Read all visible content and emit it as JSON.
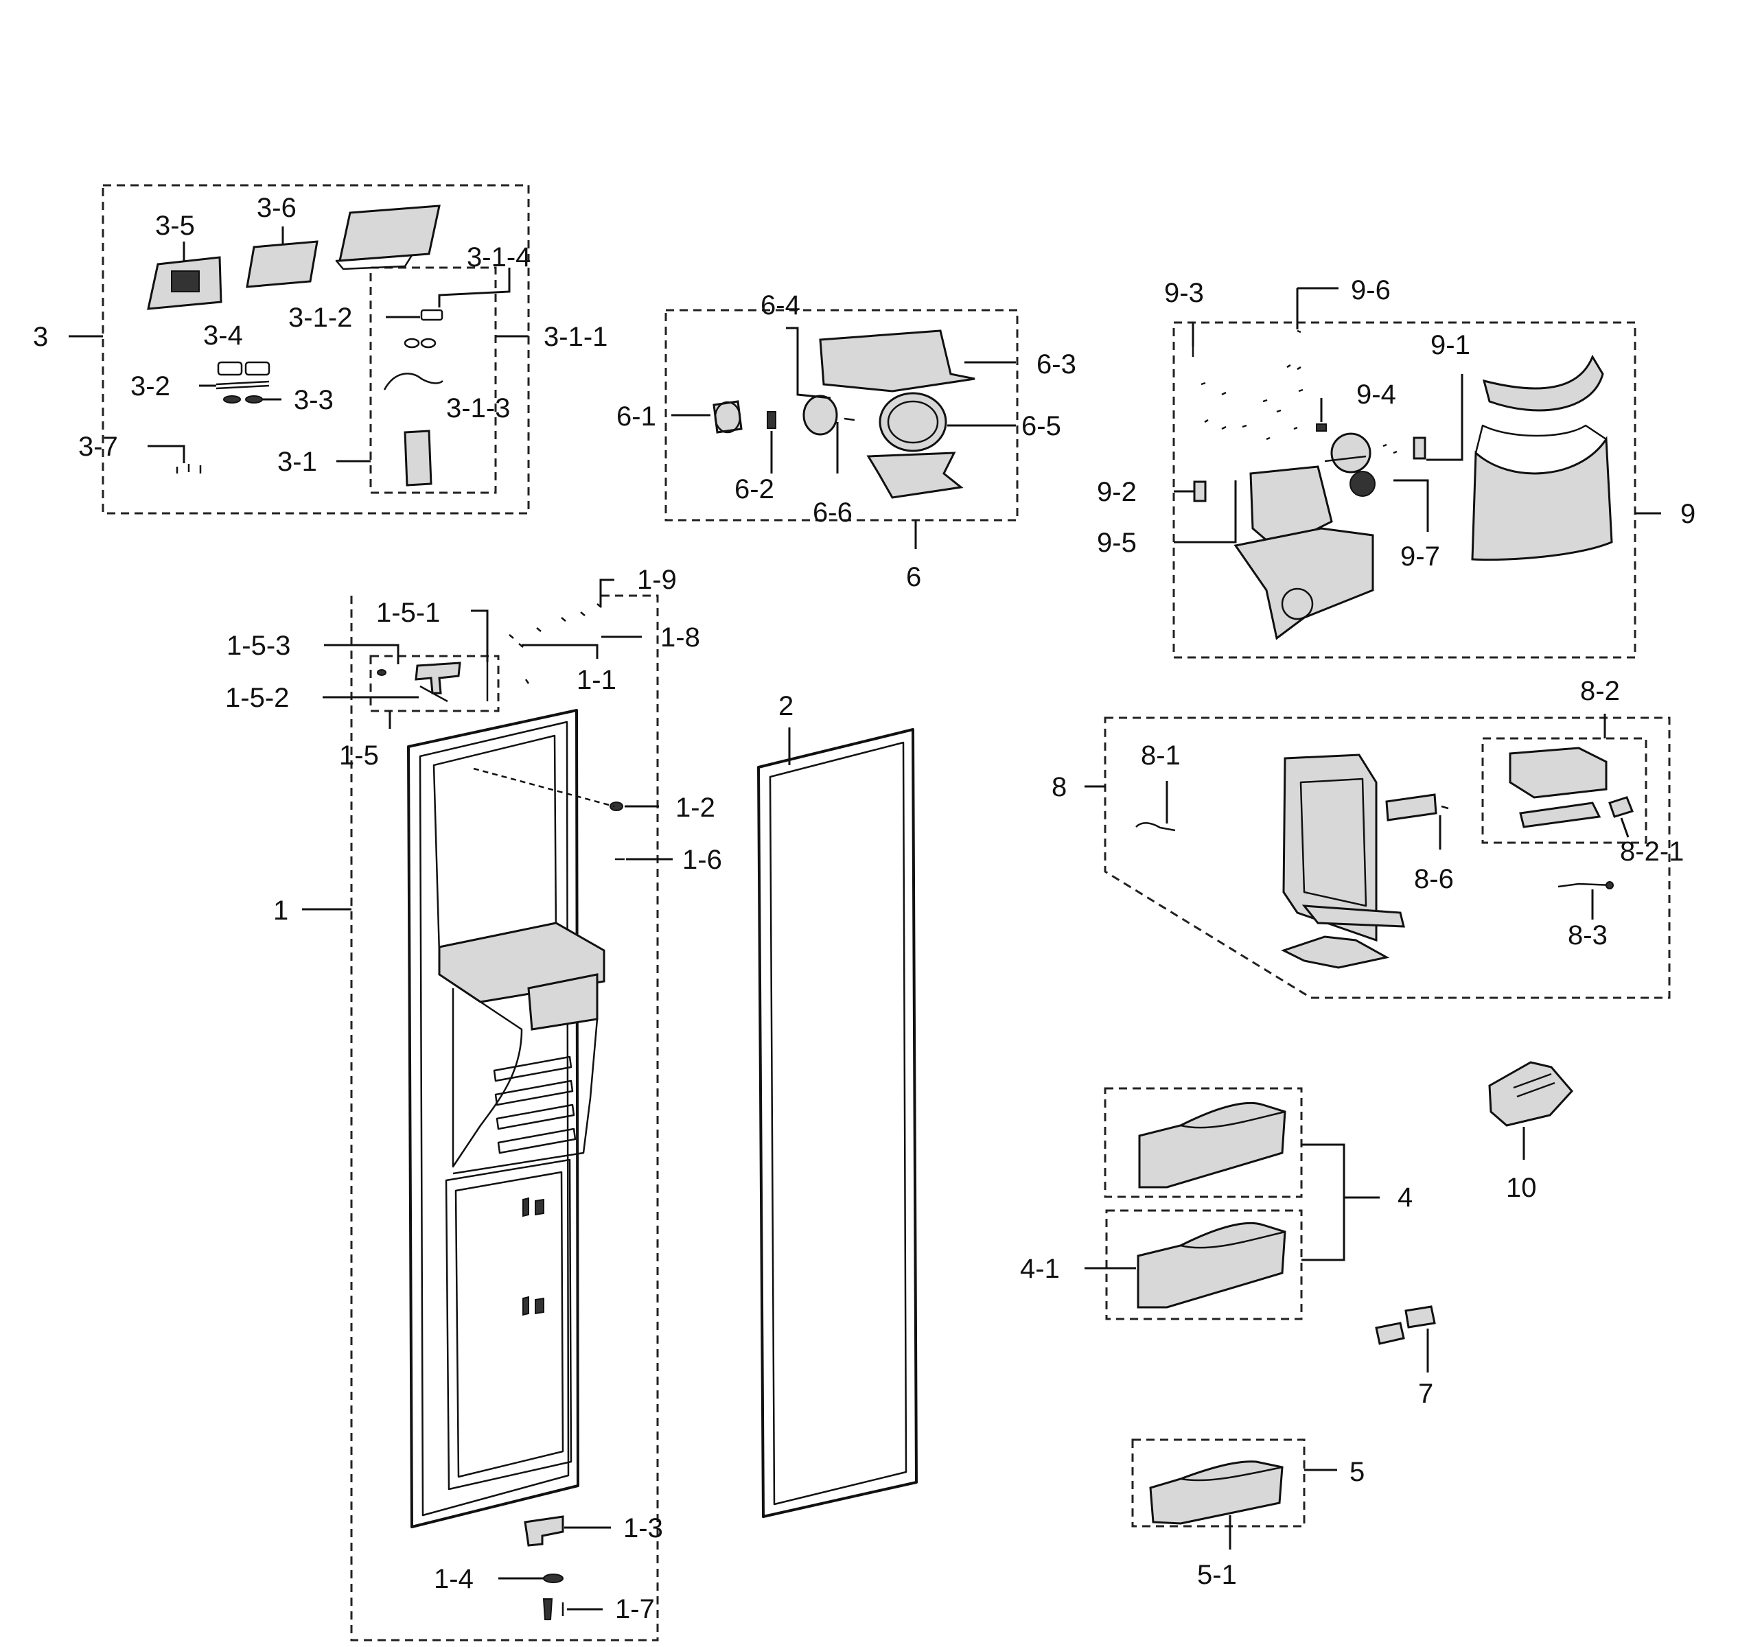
{
  "callouts": {
    "c1": "1",
    "c1_1": "1-1",
    "c1_2": "1-2",
    "c1_3": "1-3",
    "c1_4": "1-4",
    "c1_5": "1-5",
    "c1_5_1": "1-5-1",
    "c1_5_2": "1-5-2",
    "c1_5_3": "1-5-3",
    "c1_6": "1-6",
    "c1_7": "1-7",
    "c1_8": "1-8",
    "c1_9": "1-9",
    "c2": "2",
    "c3": "3",
    "c3_1": "3-1",
    "c3_1_1": "3-1-1",
    "c3_1_2": "3-1-2",
    "c3_1_3": "3-1-3",
    "c3_1_4": "3-1-4",
    "c3_2": "3-2",
    "c3_3": "3-3",
    "c3_4": "3-4",
    "c3_5": "3-5",
    "c3_6": "3-6",
    "c3_7": "3-7",
    "c4": "4",
    "c4_1": "4-1",
    "c5": "5",
    "c5_1": "5-1",
    "c6": "6",
    "c6_1": "6-1",
    "c6_2": "6-2",
    "c6_3": "6-3",
    "c6_4": "6-4",
    "c6_5": "6-5",
    "c6_6": "6-6",
    "c7": "7",
    "c8": "8",
    "c8_1": "8-1",
    "c8_2": "8-2",
    "c8_2_1": "8-2-1",
    "c8_3": "8-3",
    "c8_6": "8-6",
    "c9": "9",
    "c9_1": "9-1",
    "c9_2": "9-2",
    "c9_3": "9-3",
    "c9_4": "9-4",
    "c9_5": "9-5",
    "c9_6": "9-6",
    "c9_7": "9-7",
    "c10": "10"
  }
}
